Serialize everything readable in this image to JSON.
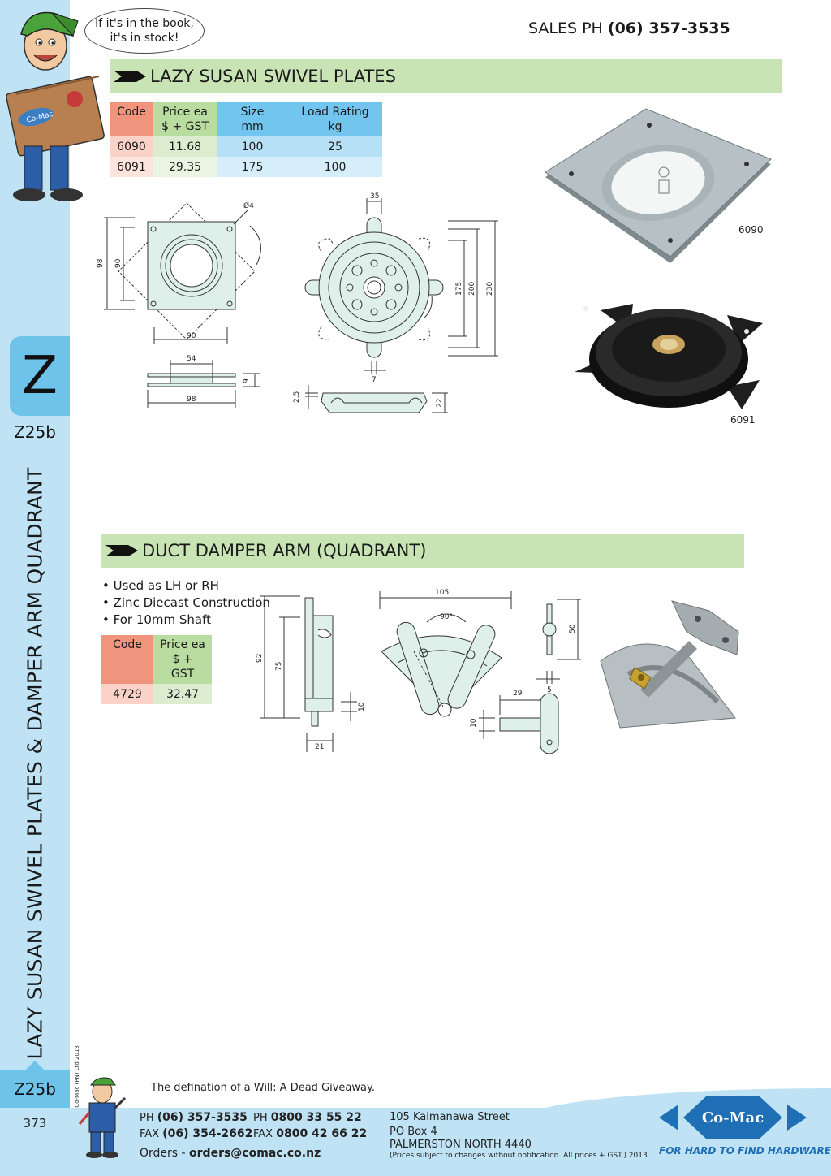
{
  "mascot": {
    "speech_line1": "If it's in the book,",
    "speech_line2": "it's in stock!",
    "box_text": "Co-Mac"
  },
  "sales": {
    "label": "SALES  PH ",
    "number": "(06) 357-3535"
  },
  "sidebar": {
    "letter": "Z",
    "section_code": "Z25b",
    "vertical_title": "LAZY SUSAN SWIVEL PLATES & DAMPER ARM QUADRANT",
    "copyright": "© Co-Mac (PN) Ltd 2013",
    "page_number": "373"
  },
  "lazy_susan": {
    "title": "LAZY SUSAN SWIVEL PLATES",
    "headers": {
      "code": "Code",
      "price_line1": "Price ea",
      "price_line2": "$ + GST",
      "size_line1": "Size",
      "size_line2": "mm",
      "load_line1": "Load Rating",
      "load_line2": "kg"
    },
    "rows": [
      {
        "code": "6090",
        "price": "11.68",
        "size": "100",
        "load": "25"
      },
      {
        "code": "6091",
        "price": "29.35",
        "size": "175",
        "load": "100"
      }
    ],
    "photo_labels": [
      "6090",
      "6091"
    ],
    "drawing_dims": {
      "d1_98": "98",
      "d1_90": "90",
      "d1_w90": "90",
      "d1_hole": "Ø4",
      "d1_54": "54",
      "d1_9": "9",
      "d1_w98": "98",
      "d2_35": "35",
      "d2_175": "175",
      "d2_200": "200",
      "d2_230": "230",
      "d2_7": "7",
      "d2_25": "2.5",
      "d2_22": "22"
    }
  },
  "damper": {
    "title": "DUCT DAMPER ARM (QUADRANT)",
    "bullets": [
      "• Used as LH or RH",
      "• Zinc Diecast Construction",
      "• For 10mm Shaft"
    ],
    "headers": {
      "code": "Code",
      "price_line1": "Price ea",
      "price_line2": "$ + GST"
    },
    "rows": [
      {
        "code": "4729",
        "price": "32.47"
      }
    ],
    "drawing_dims": {
      "a_92": "92",
      "a_75": "75",
      "a_10": "10",
      "a_21": "21",
      "b_105": "105",
      "b_90": "90°",
      "c_50": "50",
      "c_5": "5",
      "c_29": "29",
      "c_10": "10"
    }
  },
  "footer": {
    "tagline": "The defination of a Will:   A Dead Giveaway.",
    "ph_label": "PH ",
    "ph": "(06) 357-3535",
    "fax_label": "FAX ",
    "fax": "(06) 354-2662",
    "ph2_label": "PH ",
    "ph2": "0800 33 55 22",
    "fax2_label": "FAX ",
    "fax2": "0800 42 66 22",
    "orders_label": "Orders - ",
    "orders": "orders@comac.co.nz",
    "addr1": "105 Kaimanawa Street",
    "addr2": "PO Box 4",
    "addr3": "PALMERSTON NORTH 4440",
    "disclaimer": "(Prices subject to changes without notification.  All prices + GST.)  2013",
    "logo_text": "Co-Mac",
    "logo_sub": "FOR HARD TO FIND HARDWARE"
  },
  "colors": {
    "sidebar": "#bfe3f5",
    "sidebar_accent": "#6ec3ea",
    "header_band": "#c8e3b4",
    "code_col": "#f0947e",
    "price_col": "#b9dca1",
    "size_col": "#72c5ee",
    "brand_blue": "#1f6fb6"
  }
}
